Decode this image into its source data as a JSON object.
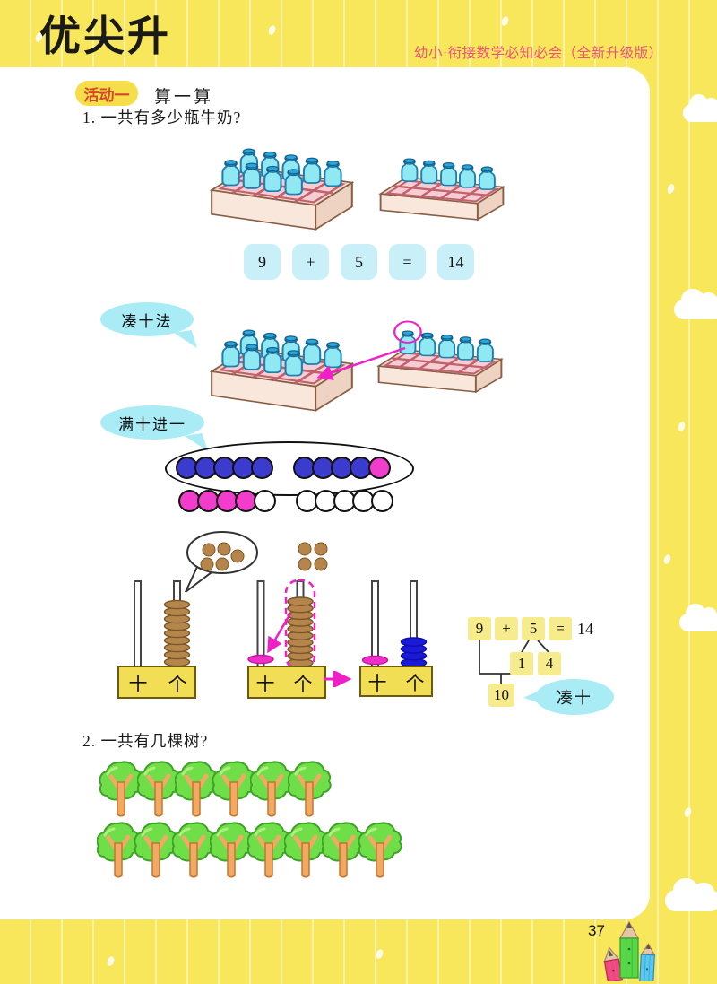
{
  "header": {
    "logo": "优尖升",
    "subtitle": "幼小·衔接数学必知必会（全新升级版）"
  },
  "activity": {
    "badge": "活动一",
    "title": "算一算"
  },
  "question1": {
    "label": "1. 一共有多少瓶牛奶?",
    "crate1_bottles": 9,
    "crate2_bottles": 5
  },
  "equation1": {
    "terms": [
      "9",
      "+",
      "5",
      "=",
      "14"
    ]
  },
  "bubbles": {
    "make_ten_method": "凑十法",
    "full_ten_carry": "满十进一",
    "make_ten": "凑十"
  },
  "move_illustration": {
    "crate1_bottles": 9,
    "crate2_bottles": 5
  },
  "counters": {
    "top_row": [
      "blue",
      "blue",
      "blue",
      "blue",
      "blue",
      "gap",
      "blue",
      "blue",
      "blue",
      "blue",
      "magenta"
    ],
    "bottom_row": [
      "magenta",
      "magenta",
      "magenta",
      "magenta",
      "white",
      "gap",
      "white",
      "white",
      "white",
      "white",
      "white"
    ]
  },
  "abacus": {
    "tens_label": "十",
    "ones_label": "个",
    "step1": {
      "ones_beads": 9,
      "bubble_dots": 5
    },
    "step2": {
      "ones_beads": 10,
      "tens_beads": 1,
      "dots": 4
    },
    "step3": {
      "tens_beads": 1,
      "ones_beads": 4
    }
  },
  "equation2": {
    "a": "9",
    "op": "+",
    "b": "5",
    "eq": "=",
    "sum": "14",
    "part1": "1",
    "part2": "4",
    "ten": "10"
  },
  "question2": {
    "label": "2. 一共有几棵树?",
    "trees_row1": 6,
    "trees_row2": 8
  },
  "footer": {
    "page_number": "37"
  },
  "colors": {
    "page_yellow": "#F8E75B",
    "pill_yellow": "#F6DE4B",
    "badge_red": "#D8472B",
    "subtitle_pink": "#F2517B",
    "box_cyan": "#C9F0F8",
    "bubble_cyan": "#A9ECF6",
    "eq_box_yellow": "#F6EC8E",
    "counter_blue": "#3B3BCE",
    "counter_magenta": "#F23CCB",
    "bead_brown": "#B5854C",
    "bead_blue": "#1A1AD8",
    "bead_magenta": "#F02FC8",
    "arrow_magenta": "#F020C8",
    "tree_green": "#6FDE49",
    "tree_outline": "#3FA32A",
    "trunk_orange": "#F2A963",
    "crate_face": "#F9E7DB",
    "crate_top": "#EFD9CC",
    "crate_side": "#EED3C2",
    "crate_inner": "#F6CDD3",
    "crate_grid": "#C2606E",
    "bottle_cyan": "#8FE8F2",
    "bottle_cap": "#2AA7D8",
    "abacus_base": "#F2DE55"
  }
}
